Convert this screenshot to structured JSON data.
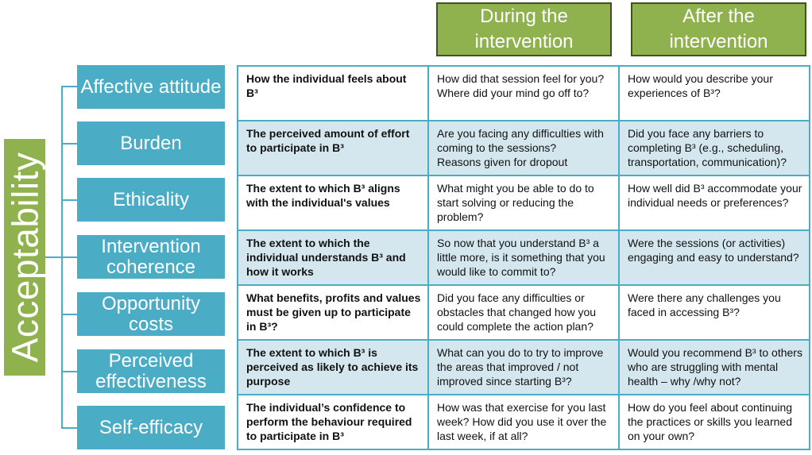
{
  "root": {
    "label": "Acceptability"
  },
  "columns": {
    "during": "During the\nintervention",
    "after": "After the\nintervention"
  },
  "rows": [
    {
      "construct": "Affective attitude",
      "definition": "How the individual feels about B³",
      "during": "How did that session feel for you?\nWhere did your mind go off to?",
      "after": "How would you describe your experiences of B³?"
    },
    {
      "construct": "Burden",
      "definition": "The perceived amount of effort to participate in B³",
      "during": "Are you facing any difficulties with coming to the sessions?\nReasons given for dropout",
      "after": "Did you face any barriers to completing B³ (e.g., scheduling, transportation, communication)?"
    },
    {
      "construct": "Ethicality",
      "definition": "The extent to which B³ aligns with the individual's values",
      "during": "What might you be able to do to start solving or reducing the problem?",
      "after": "How well did B³ accommodate your individual needs or preferences?"
    },
    {
      "construct": "Intervention coherence",
      "definition": "The extent to which the individual understands B³ and how it works",
      "during": "So now that you understand B³ a little more, is it something that you would like to commit to?",
      "after": "Were the sessions (or activities) engaging and easy to understand?"
    },
    {
      "construct": "Opportunity costs",
      "definition": "What benefits, profits and values must be given up to participate in B³?",
      "during": "Did you face any difficulties or obstacles that changed how you could complete the action plan?",
      "after": "Were there any challenges you faced in accessing B³?"
    },
    {
      "construct": "Perceived effectiveness",
      "definition": "The extent to which B³ is perceived as likely to achieve its purpose",
      "during": "What can you do to try to improve the areas that improved / not improved since starting B³?",
      "after": "Would you recommend B³ to others who are struggling with mental health – why /why not?"
    },
    {
      "construct": "Self-efficacy",
      "definition": "The individual’s confidence to perform the behaviour required to participate in B³",
      "during": "How was that exercise for you last week? How did you use it over the last week, if at all?",
      "after": "How do you feel about continuing the practices or skills you learned on your own?"
    }
  ]
}
